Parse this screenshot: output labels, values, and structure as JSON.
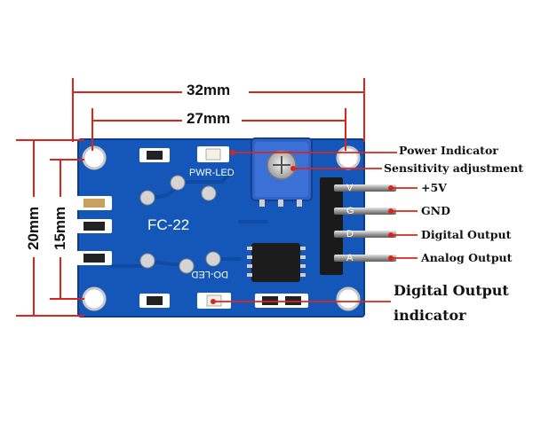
{
  "dimensions": {
    "width_total": "32mm",
    "width_holes": "27mm",
    "height_total": "20mm",
    "height_holes": "15mm"
  },
  "board": {
    "model": "FC-22",
    "pwr_led_label": "PWR-LED",
    "do_led_label": "DO-LED",
    "pin_letters": [
      "V",
      "G",
      "D",
      "A"
    ]
  },
  "callouts": {
    "power_indicator": "Power Indicator",
    "sensitivity": "Sensitivity adjustment",
    "vcc": "+5V",
    "gnd": "GND",
    "digital_output": "Digital Output",
    "analog_output": "Analog Output",
    "do_indicator_line1": "Digital Output",
    "do_indicator_line2": "indicator"
  },
  "colors": {
    "pcb": "#1457b8",
    "dimension": "#d9261c",
    "pin_label": "#c00000"
  }
}
